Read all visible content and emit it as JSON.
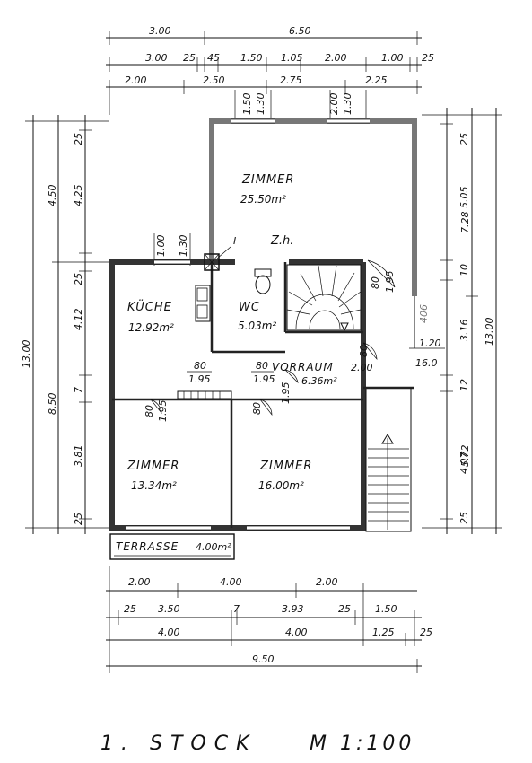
{
  "rooms": {
    "zimmer_top": {
      "label": "ZIMMER",
      "area": "25.50m²"
    },
    "kueche": {
      "label": "KÜCHE",
      "area": "12.92m²"
    },
    "wc": {
      "label": "WC",
      "area": "5.03m²"
    },
    "vorraum": {
      "label": "VORRAUM",
      "area": "6.36m²"
    },
    "zimmer_left": {
      "label": "ZIMMER",
      "area": "13.34m²"
    },
    "zimmer_right": {
      "label": "ZIMMER",
      "area": "16.00m²"
    },
    "terrasse": {
      "label": "TERRASSE",
      "area": "4.00m²"
    }
  },
  "top_dims": {
    "row1": [
      "3.00",
      "6.50"
    ],
    "row2": [
      "3.00",
      "25",
      "45",
      "1.50",
      "1.05",
      "2.00",
      "1.00",
      "25"
    ],
    "row3": [
      "2.00",
      "2.50",
      "2.75",
      "2.25"
    ],
    "openings": [
      "1.50",
      "1.30",
      "2.00",
      "1.30"
    ]
  },
  "left_dims": {
    "outer": "13.00",
    "mid": [
      "4.50",
      "8.50"
    ],
    "inner": [
      "25",
      "4.25",
      "25",
      "4.12",
      "7",
      "3.81",
      "25"
    ],
    "openings": [
      "1.00",
      "1.30"
    ]
  },
  "right_dims": {
    "outer": "13.00",
    "mid": [
      "7.28",
      "5.72"
    ],
    "inner": [
      "25",
      "5.05",
      "10",
      "3.16",
      "12",
      "4.07",
      "25"
    ],
    "side": [
      "1.20",
      "16.0",
      "406"
    ]
  },
  "bottom_dims": {
    "row1": [
      "2.00",
      "4.00",
      "2.00"
    ],
    "row2": [
      "25",
      "3.50",
      "7",
      "3.93",
      "25",
      "1.50"
    ],
    "row3": [
      "4.00",
      "4.00",
      "1.25",
      "25"
    ],
    "total": "9.50"
  },
  "door_labels": {
    "kueche_door": [
      "80",
      "1.95"
    ],
    "vorraum_door": [
      "80",
      "1.95"
    ],
    "zl_door": [
      "80",
      "1.95"
    ],
    "zr_door": [
      "80",
      "1.95"
    ],
    "stair_door": [
      "80",
      "1.95"
    ],
    "entry_door": [
      "80",
      "2.00"
    ],
    "zh": "Z.h.",
    "chimney": "I"
  },
  "title": {
    "text": "1. STOCK",
    "scale": "M 1:100"
  }
}
